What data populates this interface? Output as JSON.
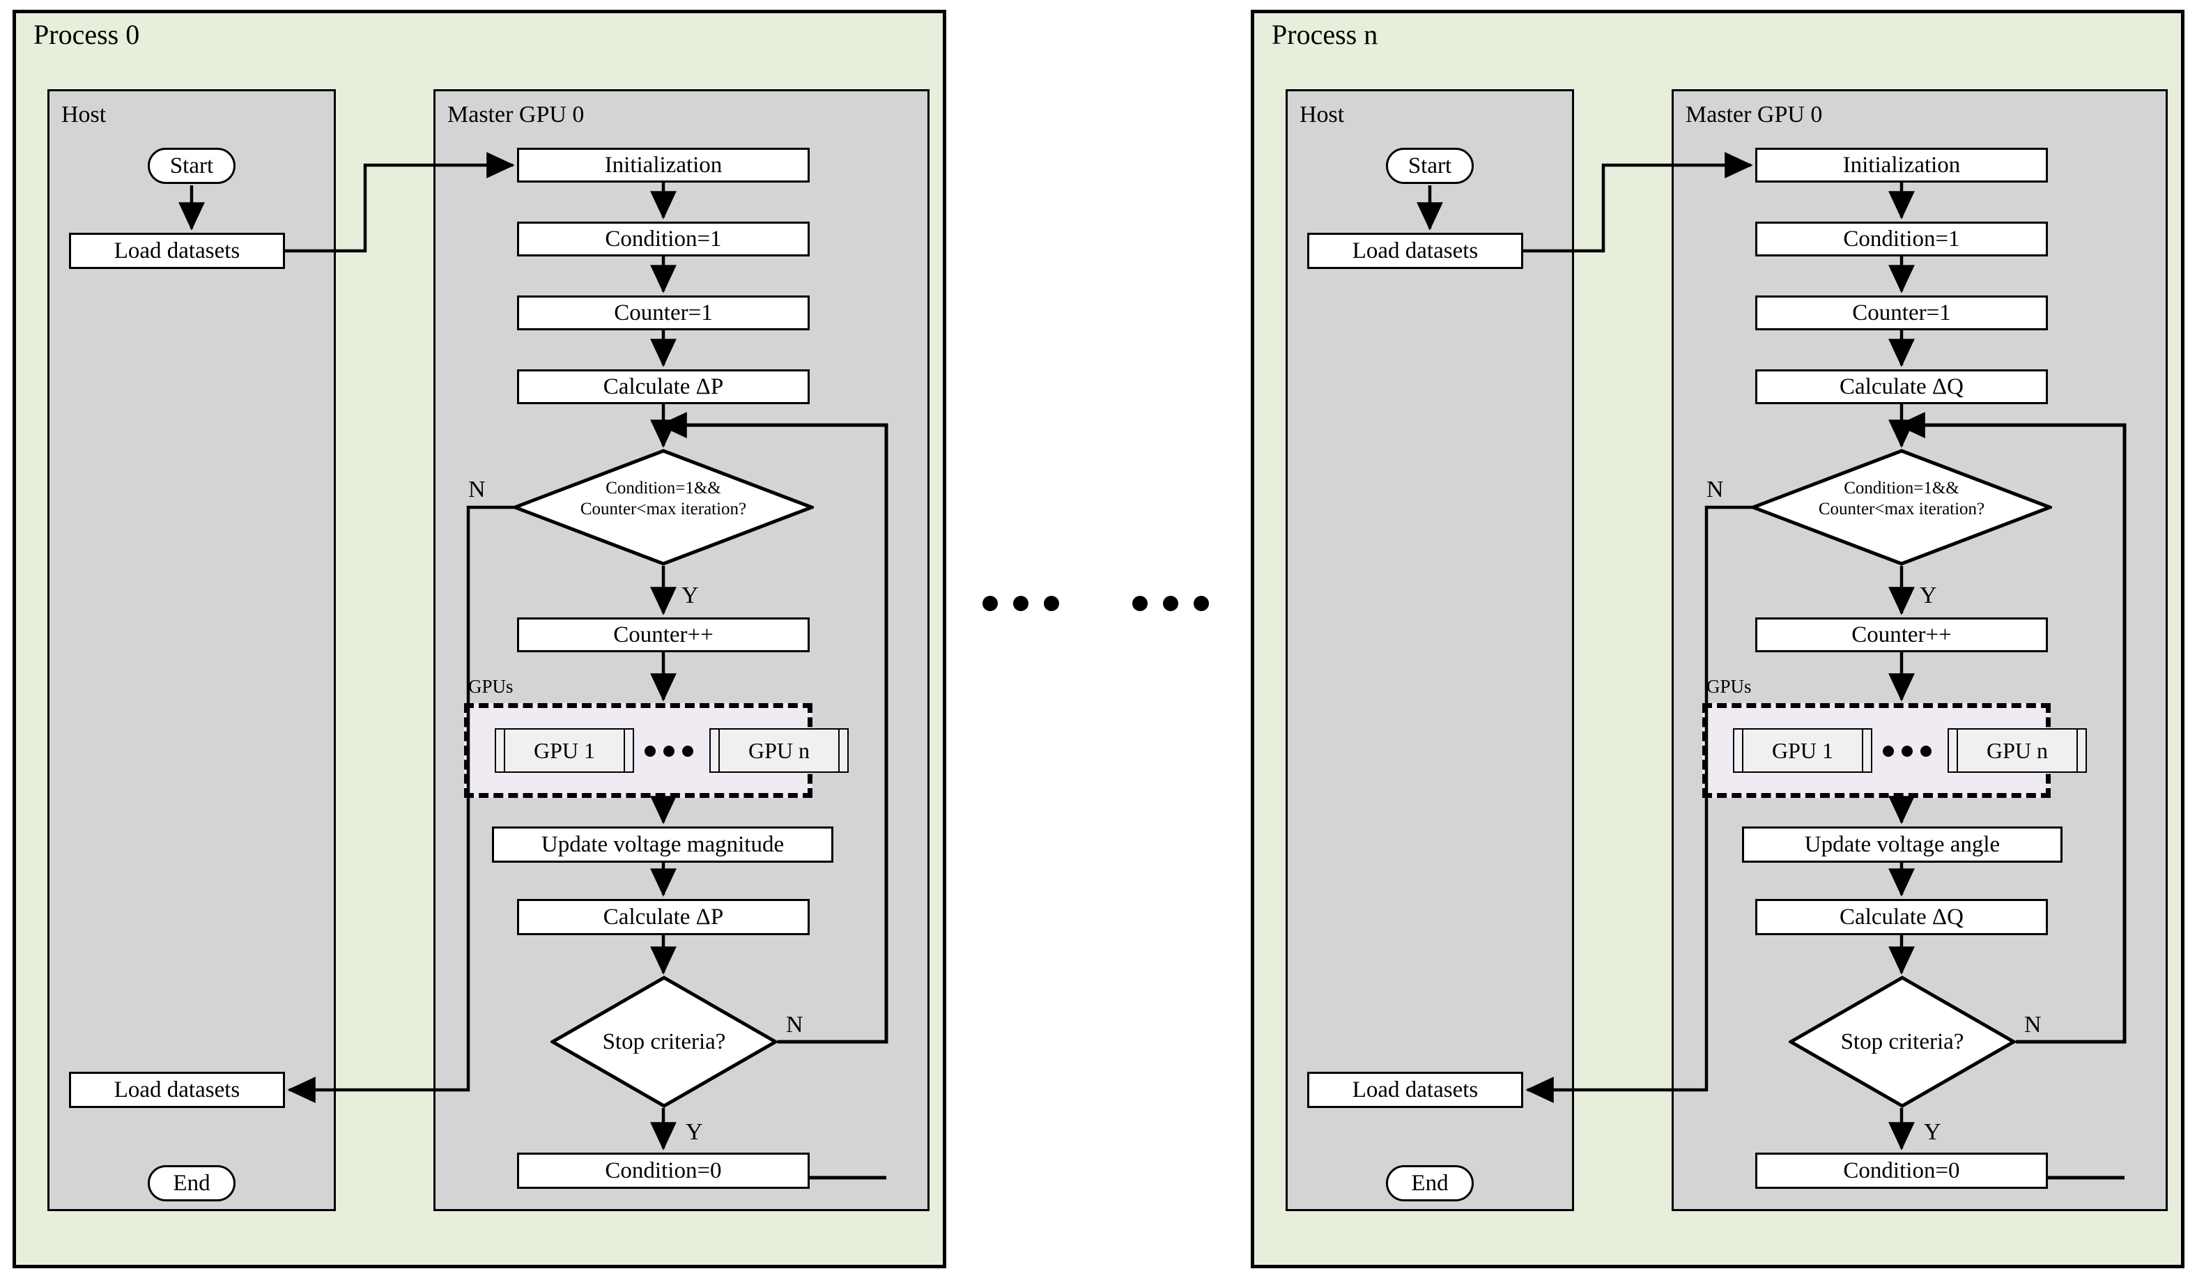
{
  "figure": {
    "type": "flowchart",
    "description": "Multi-process multi-GPU parallel power-flow flowchart",
    "colors": {
      "process_panel_fill": "#e7eedc",
      "sub_panel_fill": "#d4d4d4",
      "node_fill": "#ffffff",
      "gpus_cluster_fill": "#f0eaf2",
      "gpu_node_fill": "#f0f0f0",
      "stroke": "#000000"
    }
  },
  "processes": [
    {
      "title": "Process 0",
      "host": {
        "title": "Host",
        "start_label": "Start",
        "load_label": "Load datasets",
        "load_bottom_label": "Load datasets",
        "end_label": "End"
      },
      "master": {
        "title": "Master GPU 0",
        "init_label": "Initialization",
        "condition_set_label": "Condition=1",
        "counter_set_label": "Counter=1",
        "calculate_label": "Calculate  ΔP",
        "decision_line1": "Condition=1&&",
        "decision_line2": "Counter<max iteration?",
        "decision_no": "N",
        "decision_yes": "Y",
        "counter_inc_label": "Counter++",
        "gpus_title": "GPUs",
        "gpu_first_label": "GPU 1",
        "gpu_last_label": "GPU n",
        "gpu_ellipsis": "...",
        "update_label": "Update voltage magnitude",
        "calculate2_label": "Calculate  ΔP",
        "stop_label": "Stop criteria?",
        "stop_no": "N",
        "stop_yes": "Y",
        "condition_clear_label": "Condition=0"
      }
    },
    {
      "title": "Process n",
      "host": {
        "title": "Host",
        "start_label": "Start",
        "load_label": "Load datasets",
        "load_bottom_label": "Load datasets",
        "end_label": "End"
      },
      "master": {
        "title": "Master GPU 0",
        "init_label": "Initialization",
        "condition_set_label": "Condition=1",
        "counter_set_label": "Counter=1",
        "calculate_label": "Calculate  ΔQ",
        "decision_line1": "Condition=1&&",
        "decision_line2": "Counter<max iteration?",
        "decision_no": "N",
        "decision_yes": "Y",
        "counter_inc_label": "Counter++",
        "gpus_title": "GPUs",
        "gpu_first_label": "GPU 1",
        "gpu_last_label": "GPU n",
        "gpu_ellipsis": "...",
        "update_label": "Update voltage angle",
        "calculate2_label": "Calculate  ΔQ",
        "stop_label": "Stop criteria?",
        "stop_no": "N",
        "stop_yes": "Y",
        "condition_clear_label": "Condition=0"
      }
    }
  ],
  "separator": {
    "left_ellipsis": "...",
    "right_ellipsis": "..."
  }
}
